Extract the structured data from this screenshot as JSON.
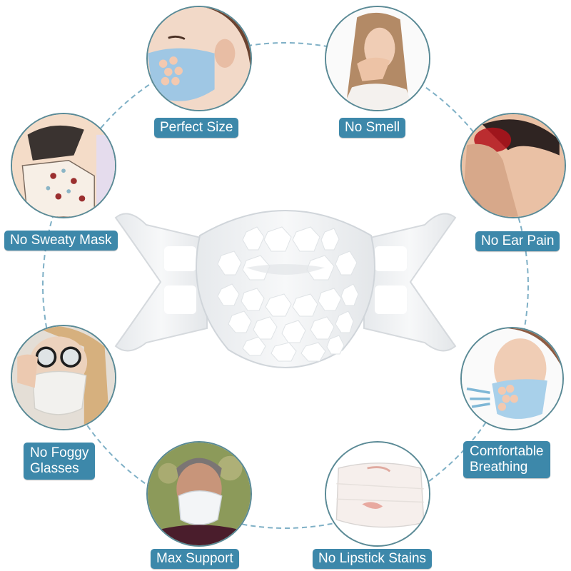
{
  "colors": {
    "label_bg": "#3d88aa",
    "label_text": "#ffffff",
    "ring_dash": "#7fb0c6",
    "photo_border": "#5a8a96"
  },
  "center": {
    "image": "silicone-mask-bracket"
  },
  "features": [
    {
      "id": "perfect-size",
      "label": "Perfect Size",
      "image": "woman-wearing-mask-with-bracket"
    },
    {
      "id": "no-smell",
      "label": "No Smell",
      "image": "woman-covering-nose"
    },
    {
      "id": "no-sweaty-mask",
      "label": "No Sweaty Mask",
      "image": "illustration-sweaty-mask"
    },
    {
      "id": "no-ear-pain",
      "label": "No Ear Pain",
      "image": "man-holding-painful-ear"
    },
    {
      "id": "no-foggy-glasses",
      "label_lines": [
        "No Foggy",
        "Glasses"
      ],
      "image": "woman-glasses-mask"
    },
    {
      "id": "comfortable-breathing",
      "label_lines": [
        "Comfortable",
        "Breathing"
      ],
      "image": "woman-mask-breathing-airflow"
    },
    {
      "id": "max-support",
      "label": "Max Support",
      "image": "man-wearing-mask"
    },
    {
      "id": "no-lipstick-stains",
      "label": "No Lipstick Stains",
      "image": "mask-with-lipstick-stains"
    }
  ]
}
